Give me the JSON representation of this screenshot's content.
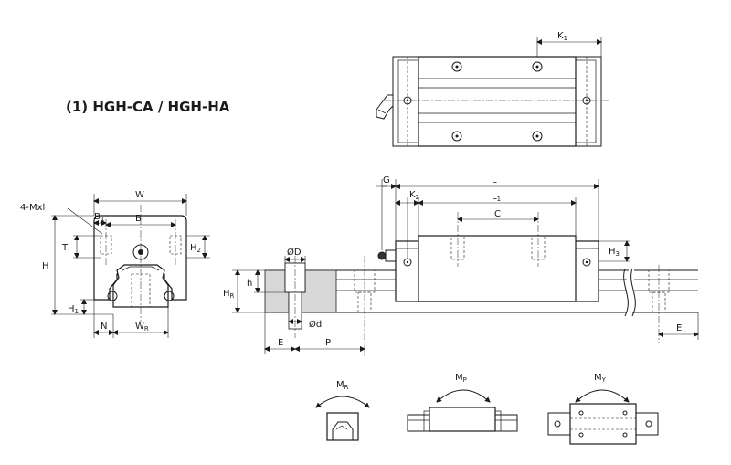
{
  "title": "(1) HGH-CA / HGH-HA",
  "labels": {
    "k1": "K",
    "k1_sub": "1",
    "mxl": "4-Mxl",
    "w": "W",
    "b1": "B",
    "b1_sub": "1",
    "b": "B",
    "t": "T",
    "h2": "H",
    "h2_sub": "2",
    "h": "H",
    "h1": "H",
    "h1_sub": "1",
    "n": "N",
    "wr": "W",
    "wr_sub": "R",
    "hr": "H",
    "hr_sub": "R",
    "h_small": "h",
    "od_big": "ØD",
    "od_small": "Ød",
    "e_left": "E",
    "p": "P",
    "g": "G",
    "k2": "K",
    "k2_sub": "2",
    "l": "L",
    "l1": "L",
    "l1_sub": "1",
    "c": "C",
    "h3": "H",
    "h3_sub": "3",
    "e_right": "E",
    "mr": "M",
    "mr_sub": "R",
    "mp": "M",
    "mp_sub": "P",
    "my": "M",
    "my_sub": "Y"
  },
  "colors": {
    "line": "#1a1a1a",
    "section_fill": "#d7d7d7",
    "background": "#ffffff"
  }
}
